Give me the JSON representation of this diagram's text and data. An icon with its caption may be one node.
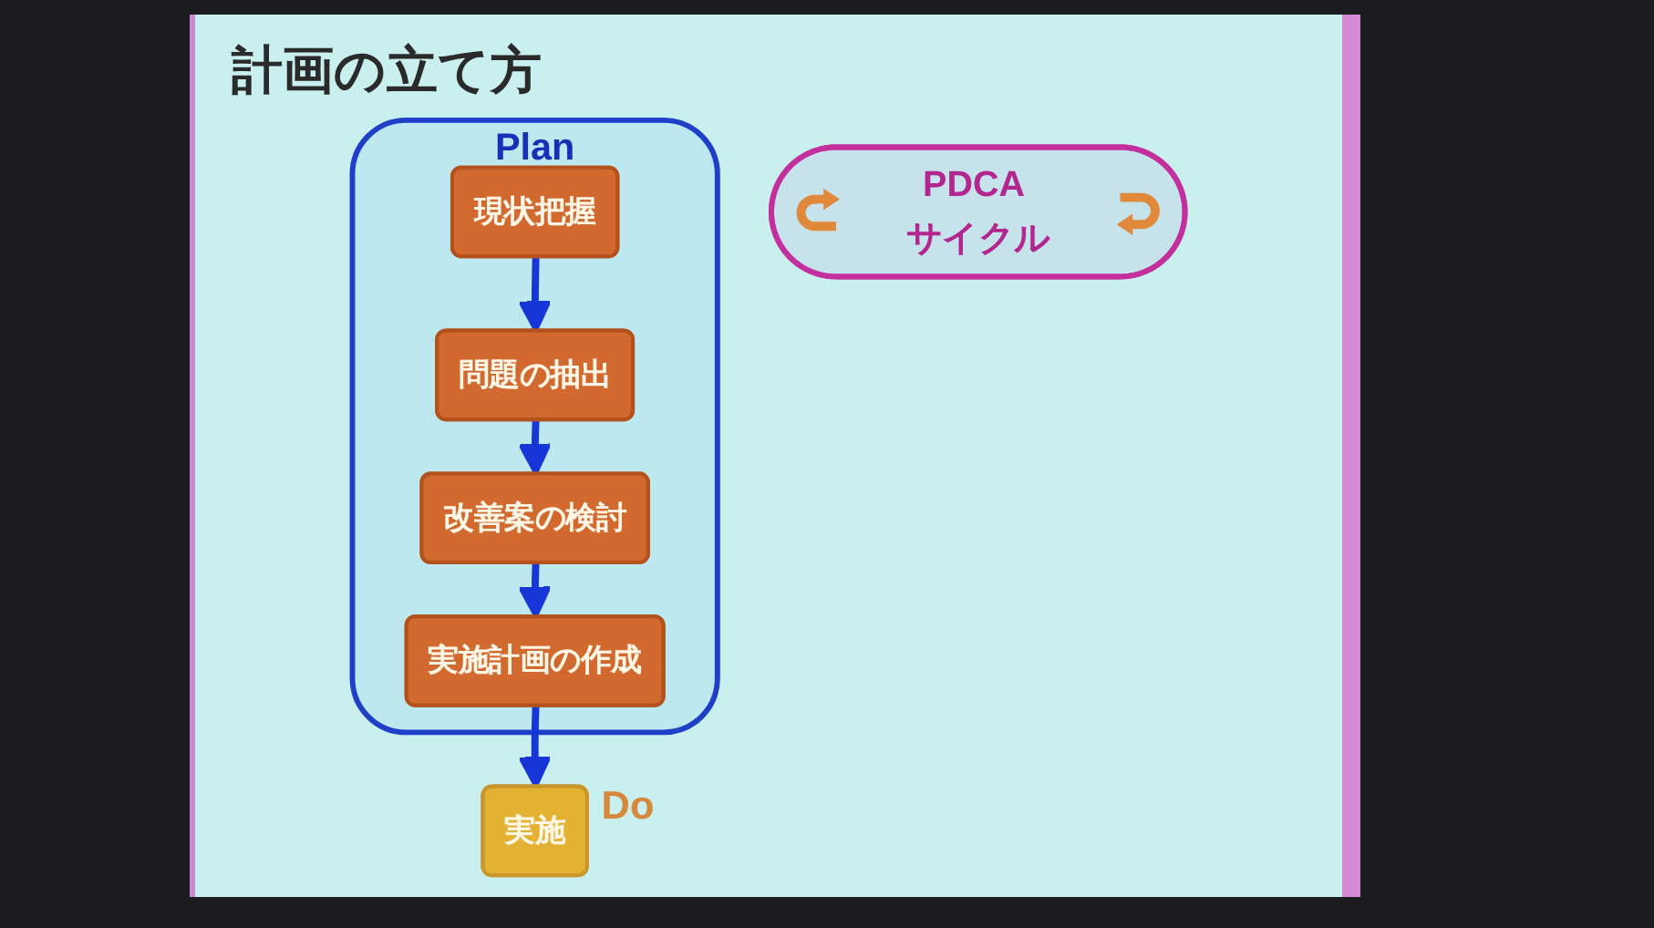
{
  "diagram": {
    "title": "計画の立て方",
    "nodes": [
      {
        "text": [
          "Plan"
        ]
      },
      {
        "text": [
          "現状把握"
        ],
        "in": 0
      },
      {
        "text": [
          "問題の抽出"
        ],
        "in": 0
      },
      {
        "text": [
          "改善案の検討"
        ],
        "in": 0
      },
      {
        "text": [
          "実施計画の作成"
        ],
        "in": 0
      },
      {
        "text": [
          "実施"
        ],
        "beside": [
          "Do"
        ]
      },
      {
        "text": [
          "PDCA サイクル"
        ]
      }
    ],
    "edges": [
      {
        "from": 1,
        "to": 2,
        "arrow": "to"
      },
      {
        "from": 2,
        "to": 3,
        "arrow": "to"
      },
      {
        "from": 3,
        "to": 4,
        "arrow": "to"
      },
      {
        "from": 4,
        "to": 5,
        "arrow": "to"
      }
    ]
  }
}
